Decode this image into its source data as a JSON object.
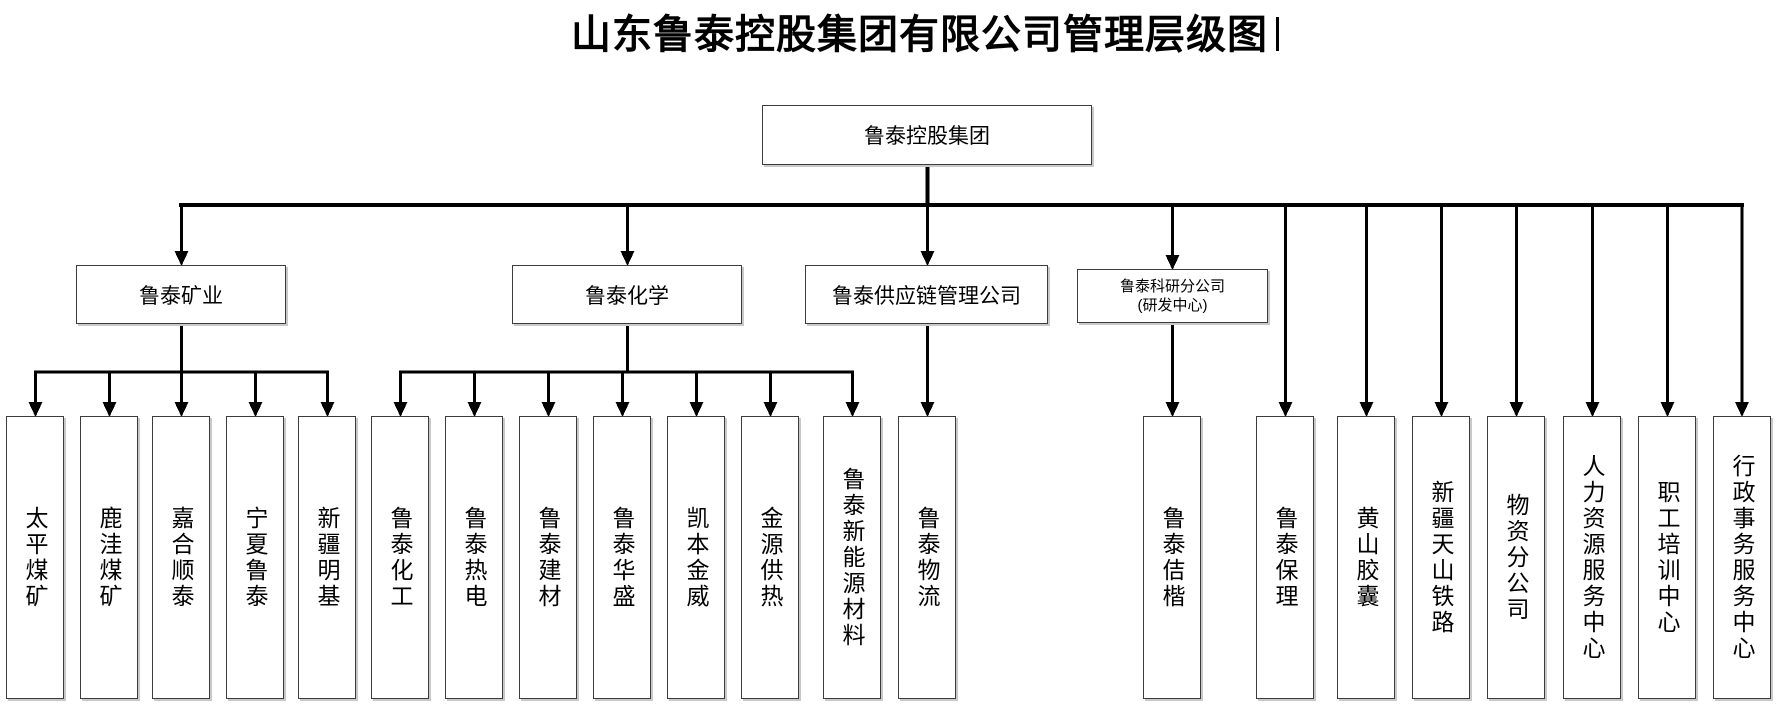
{
  "title": "山东鲁泰控股集团有限公司管理层级图",
  "org": {
    "root": "鲁泰控股集团",
    "children": [
      {
        "label": "鲁泰矿业",
        "children": [
          "太平煤矿",
          "鹿洼煤矿",
          "嘉合顺泰",
          "宁夏鲁泰",
          "新疆明基"
        ]
      },
      {
        "label": "鲁泰化学",
        "children": [
          "鲁泰化工",
          "鲁泰热电",
          "鲁泰建材",
          "鲁泰华盛",
          "凯本金威",
          "金源供热",
          "鲁泰新能源材料"
        ]
      },
      {
        "label": "鲁泰供应链管理公司",
        "children": [
          "鲁泰物流"
        ]
      },
      {
        "label": "鲁泰科研分公司",
        "sublabel": "(研发中心)",
        "children": [
          "鲁泰佶楷"
        ]
      },
      {
        "label": "鲁泰保理"
      },
      {
        "label": "黄山胶囊"
      },
      {
        "label": "新疆天山铁路"
      },
      {
        "label": "物资分公司"
      },
      {
        "label": "人力资源服务中心"
      },
      {
        "label": "职工培训中心"
      },
      {
        "label": "行政事务服务中心"
      }
    ]
  },
  "colors": {
    "background": "#ffffff",
    "box_border": "#3c3c3c",
    "connector": "#000000",
    "text": "#000000"
  }
}
